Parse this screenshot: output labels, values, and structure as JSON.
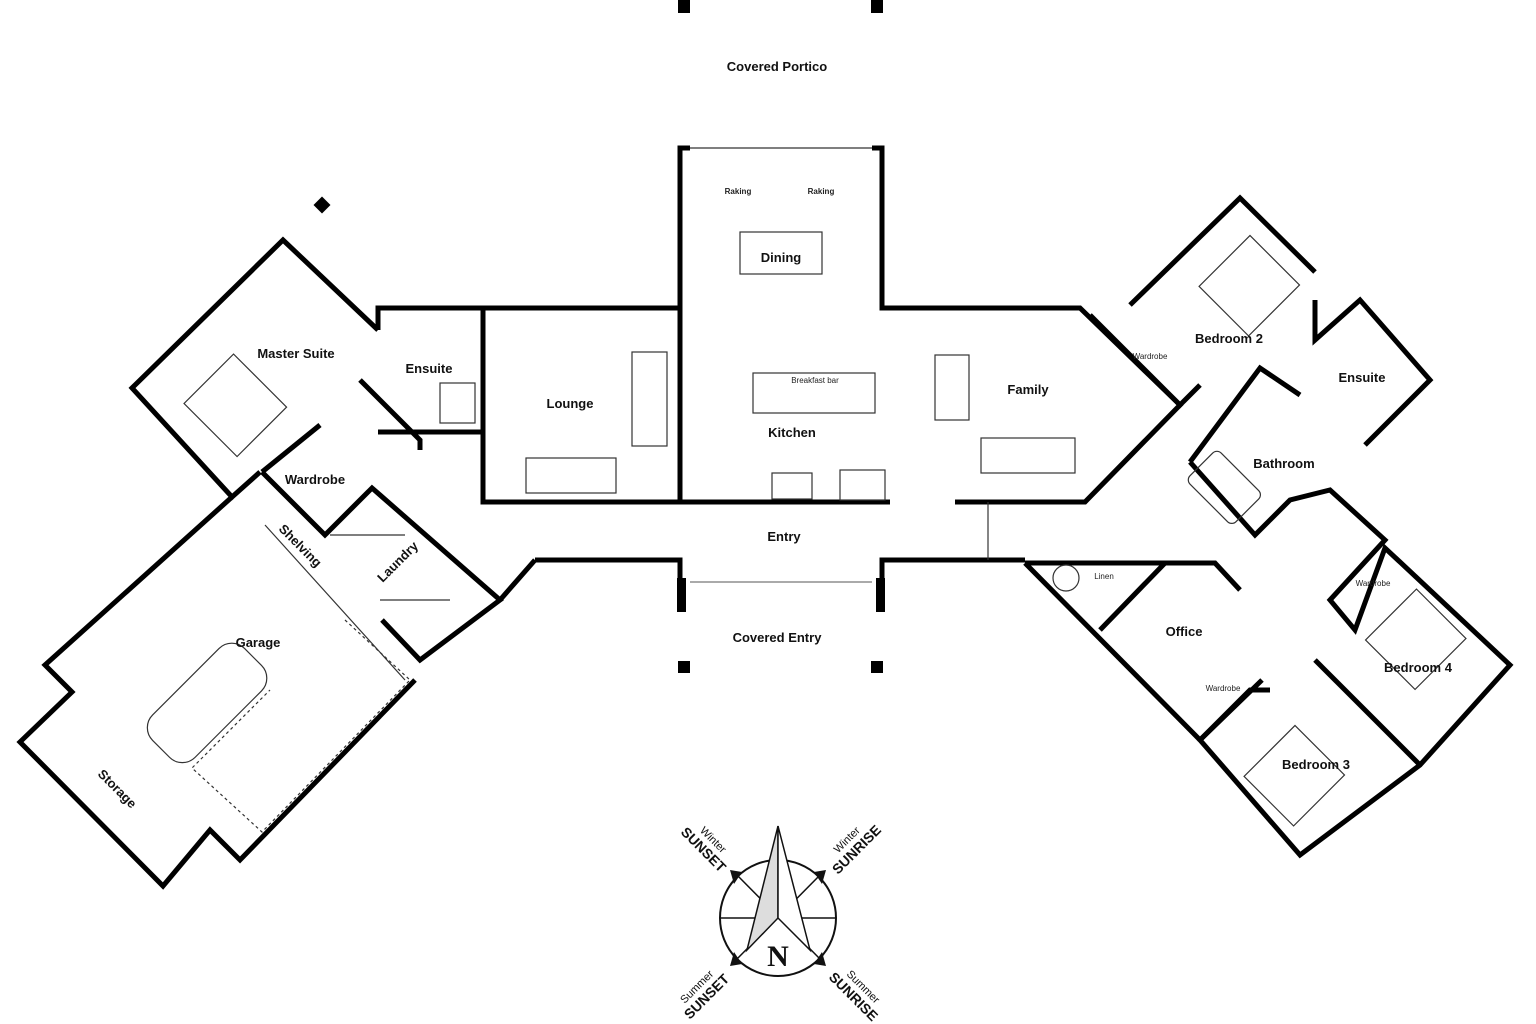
{
  "plan": {
    "rooms": {
      "covered_portico": "Covered Portico",
      "dining": "Dining",
      "raking_left": "Raking",
      "raking_right": "Raking",
      "master_suite": "Master Suite",
      "ensuite_master": "Ensuite",
      "lounge": "Lounge",
      "breakfast_bar": "Breakfast bar",
      "kitchen": "Kitchen",
      "family": "Family",
      "wardrobe_master": "Wardrobe",
      "shelving": "Shelving",
      "laundry": "Laundry",
      "garage": "Garage",
      "storage": "Storage",
      "entry": "Entry",
      "covered_entry": "Covered Entry",
      "bedroom2": "Bedroom 2",
      "wardrobe_bed2": "Wardrobe",
      "ensuite_bed2": "Ensuite",
      "bathroom": "Bathroom",
      "linen": "Linen",
      "office": "Office",
      "wardrobe_office": "Wardrobe",
      "bedroom4": "Bedroom 4",
      "wardrobe_bed4": "Wardrobe",
      "bedroom3": "Bedroom 3"
    }
  },
  "compass": {
    "north": "N",
    "winter_sunset": {
      "season": "Winter",
      "event": "SUNSET"
    },
    "winter_sunrise": {
      "season": "Winter",
      "event": "SUNRISE"
    },
    "summer_sunset": {
      "season": "Summer",
      "event": "SUNSET"
    },
    "summer_sunrise": {
      "season": "Summer",
      "event": "SUNRISE"
    }
  }
}
